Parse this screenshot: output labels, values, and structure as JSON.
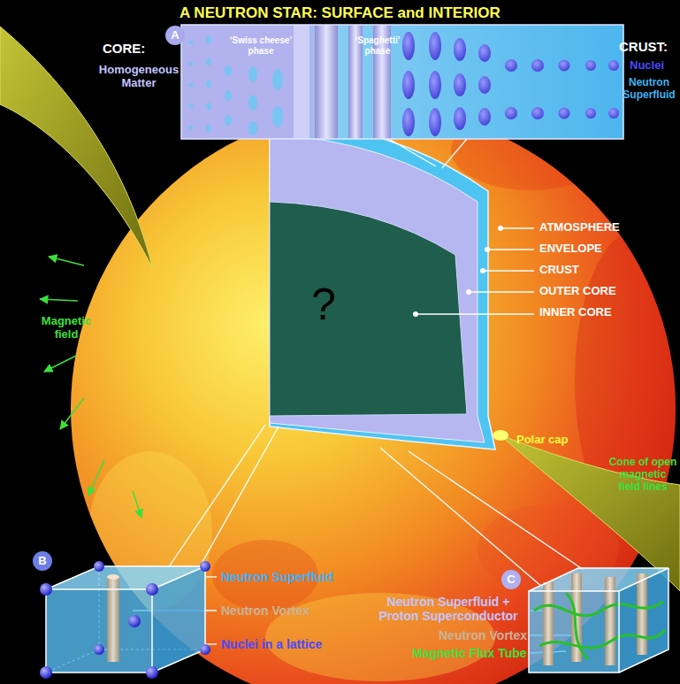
{
  "diagram": {
    "title": "A NEUTRON STAR: SURFACE and INTERIOR",
    "nodes": [
      {
        "text": [
          "A"
        ]
      },
      {
        "text": [
          "‘Swiss cheese’ phase",
          "‘Spaghetti’ phase"
        ]
      },
      {
        "text": [
          "B"
        ]
      },
      {
        "text": [
          "C"
        ]
      }
    ],
    "labels": [
      "CORE:",
      "Homogeneous Matter",
      "CRUST:",
      "Nuclei",
      "Neutron Superfluid",
      "ATMOSPHERE",
      "ENVELOPE",
      "CRUST",
      "OUTER CORE",
      "INNER CORE",
      "?",
      "Magnetic field",
      "Polar cap",
      "Cone of open magnetic field lines",
      "Neutron Superfluid",
      "Neutron Vortex",
      "Nuclei in a lattice",
      "Neutron Superfluid + Proton Superconductor",
      "Neutron Vortex",
      "Magnetic Flux Tube"
    ]
  }
}
